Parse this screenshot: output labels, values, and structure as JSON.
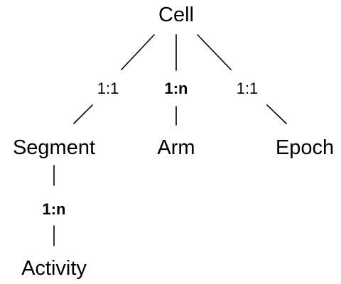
{
  "nodes": {
    "cell": "Cell",
    "segment": "Segment",
    "arm": "Arm",
    "epoch": "Epoch",
    "activity": "Activity"
  },
  "relations": {
    "cell_segment": {
      "cardinality": "1:1",
      "emphasized": false
    },
    "cell_arm": {
      "cardinality": "1:n",
      "emphasized": true
    },
    "cell_epoch": {
      "cardinality": "1:1",
      "emphasized": false
    },
    "segment_activity": {
      "cardinality": "1:n",
      "emphasized": true
    }
  }
}
